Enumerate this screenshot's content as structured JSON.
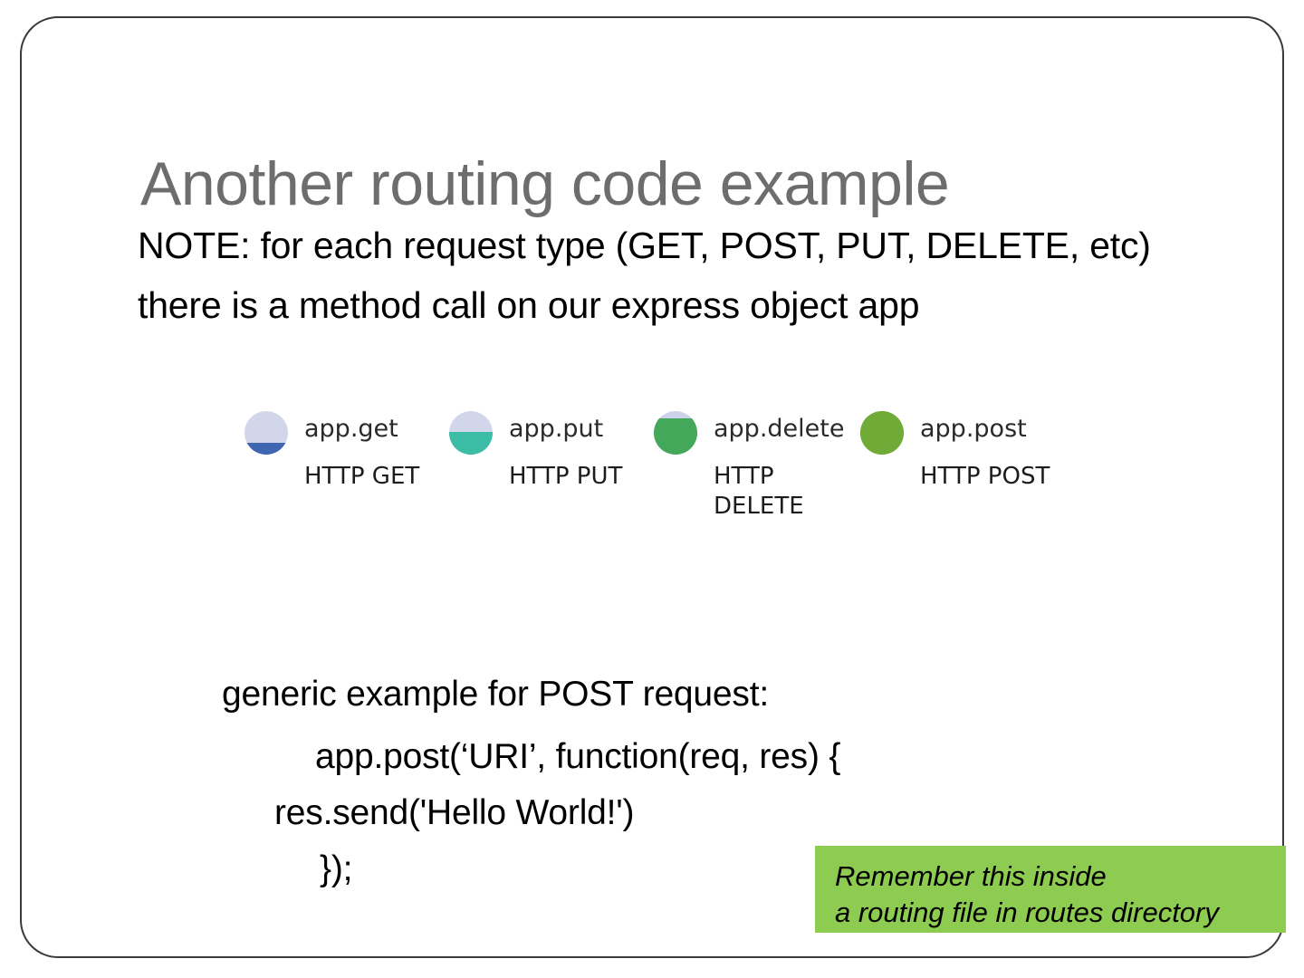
{
  "slide": {
    "title": "Another routing code example",
    "title_color": "#6d6d6d",
    "note": "NOTE: for each request type (GET, POST, PUT, DELETE, etc) there is a method call on our express object app",
    "background": "#ffffff",
    "border_color": "#3a3a3a"
  },
  "diagram": {
    "name": "express-http-verb-diagram",
    "items": [
      {
        "method": "app.get",
        "http": "HTTP GET",
        "fill_color": "#3f66b0",
        "empty_color": "#d2d6ea",
        "fill_percent": 28
      },
      {
        "method": "app.put",
        "http": "HTTP PUT",
        "fill_color": "#3cbda5",
        "empty_color": "#d2d6ea",
        "fill_percent": 52
      },
      {
        "method": "app.delete",
        "http": "HTTP\nDELETE",
        "fill_color": "#43a85a",
        "empty_color": "#cdd1e9",
        "fill_percent": 84
      },
      {
        "method": "app.post",
        "http": "HTTP POST",
        "fill_color": "#6fab36",
        "empty_color": "#6fab36",
        "fill_percent": 100
      }
    ]
  },
  "code": {
    "heading": "generic example for POST request:",
    "lines": [
      "app.post(‘URI’, function(req, res) {",
      "res.send('Hello World!')",
      "});"
    ]
  },
  "callout": {
    "background": "#8dcc50",
    "line1": "Remember this inside",
    "line2": "a routing file in routes directory"
  }
}
